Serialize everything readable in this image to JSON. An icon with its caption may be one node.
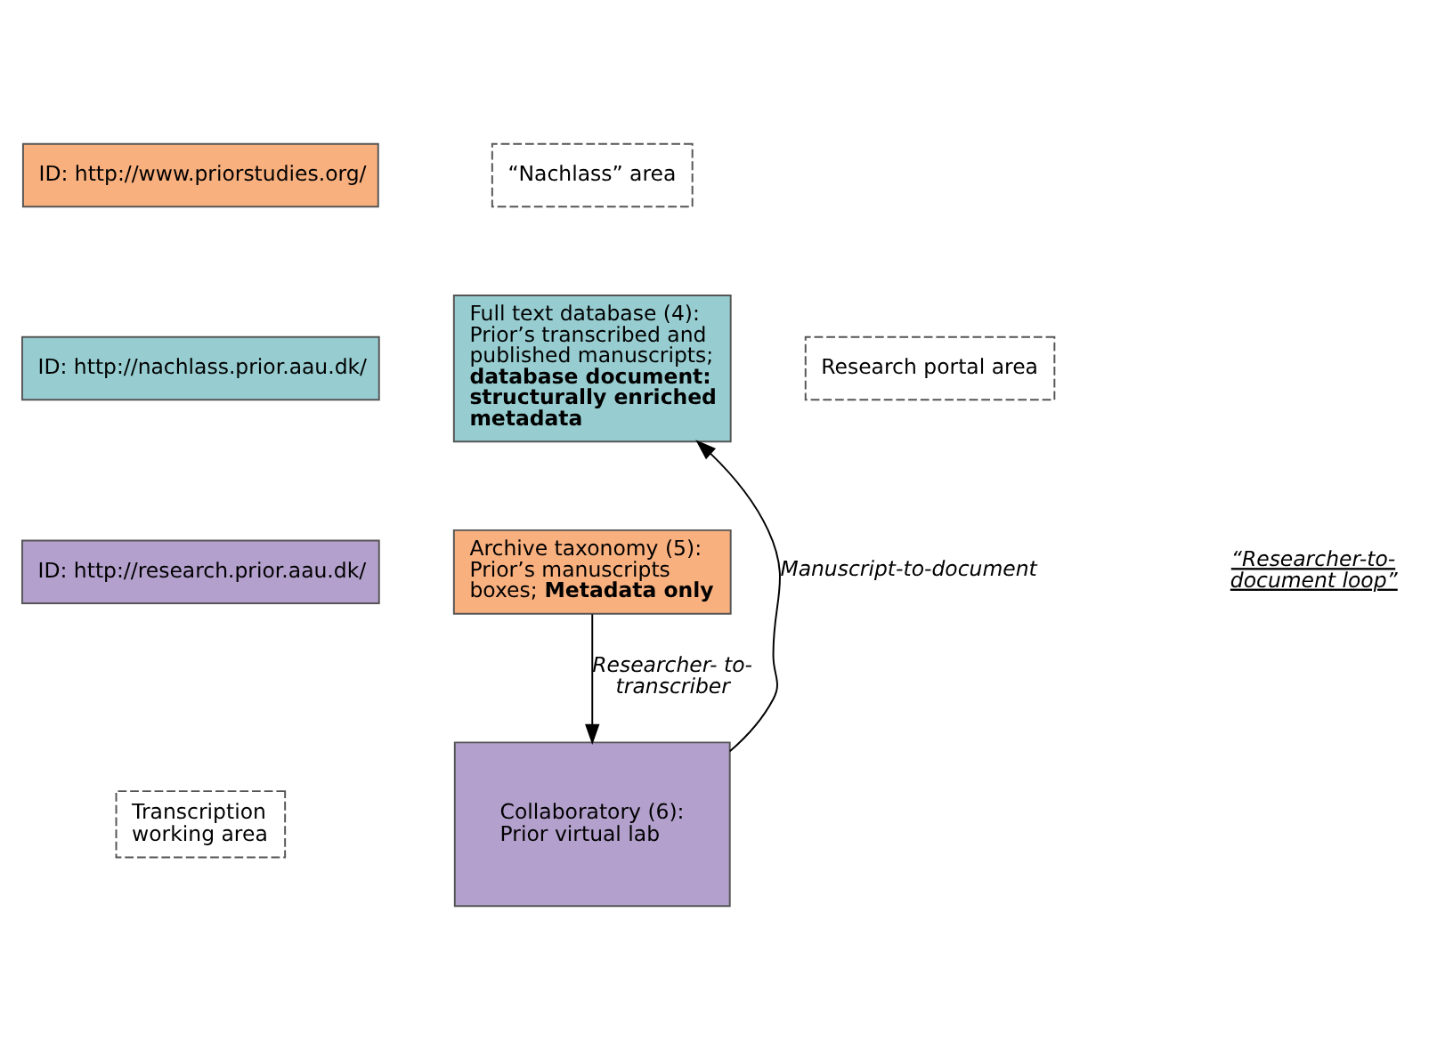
{
  "diagram": {
    "nodes": [
      {
        "text": [
          "ID: http://www.priorstudies.org/"
        ]
      },
      {
        "text": [
          "ID: http://nachlass.prior.aau.dk/"
        ]
      },
      {
        "text": [
          "ID: http://research.prior.aau.dk/"
        ]
      },
      {
        "text": [
          "“Nachlass” area"
        ]
      },
      {
        "text": [
          "Research portal area"
        ]
      },
      {
        "text": [
          "Full text database (4): Prior’s transcribed and published manuscripts; **database document: structurally enriched metadata**"
        ]
      },
      {
        "text": [
          "Archive taxonomy (5): Prior’s manuscripts boxes; **Metadata only**"
        ]
      },
      {
        "text": [
          "Transcription working area"
        ]
      },
      {
        "text": [
          "Collaboratory (6): Prior virtual lab"
        ]
      }
    ],
    "edges": [
      {
        "from": 6,
        "to": 8,
        "arrow": "to",
        "label": "Researcher- to-transcriber"
      },
      {
        "from": 8,
        "to": 5,
        "arrow": "to",
        "label": "Manuscript-to-document"
      }
    ],
    "labels": [
      "“Researcher-to- document loop”"
    ]
  }
}
